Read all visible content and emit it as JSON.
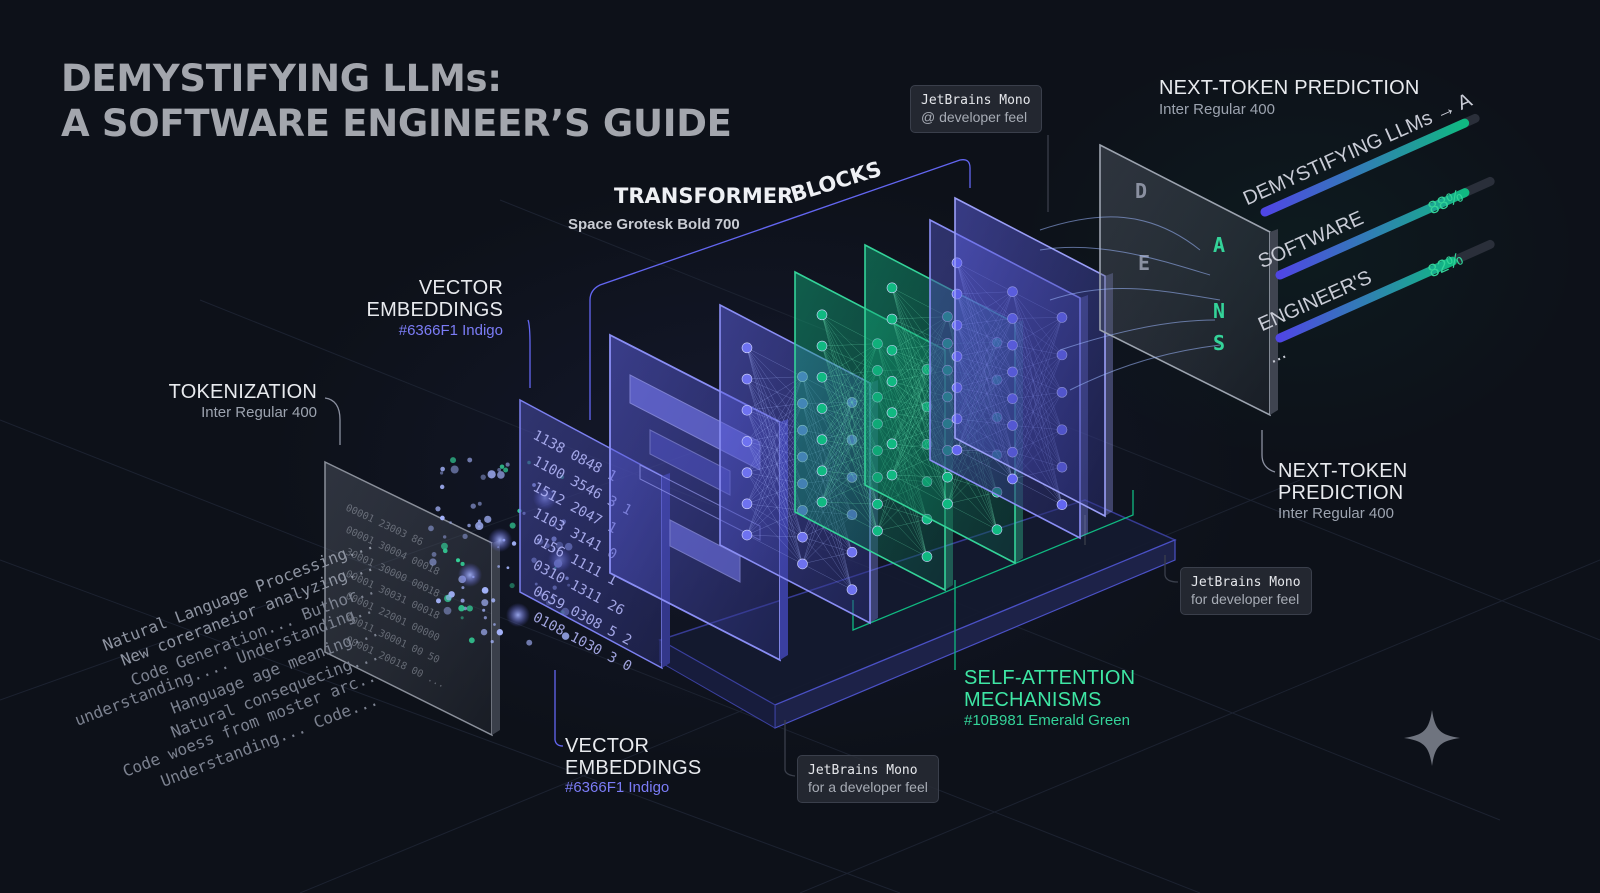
{
  "title": {
    "line1": "DEMYSTIFYING LLMs:",
    "line2": "A SOFTWARE ENGINEER’S GUIDE"
  },
  "labels": {
    "transformer_1": "TRANSFORMER",
    "transformer_2": "BLOCKS",
    "transformer_font": "Space Grotesk Bold 700",
    "vector_top_1": "VECTOR",
    "vector_top_2": "EMBEDDINGS",
    "vector_top_color": "#6366F1 Indigo",
    "tokenization": "TOKENIZATION",
    "tokenization_font": "Inter Regular 400",
    "vector_bottom_1": "VECTOR",
    "vector_bottom_2": "EMBEDDINGS",
    "vector_bottom_color": "#6366F1 Indigo",
    "self_attention_1": "SELF-ATTENTION",
    "self_attention_2": "MECHANISMS",
    "self_attention_color": "#10B981 Emerald Green",
    "ntp_top": "NEXT-TOKEN PREDICTION",
    "ntp_top_font": "Inter Regular 400",
    "ntp_right_1": "NEXT-TOKEN",
    "ntp_right_2": "PREDICTION",
    "ntp_right_font": "Inter Regular 400"
  },
  "tags": {
    "top": {
      "mono": "JetBrains Mono",
      "sub": "@ developer feel"
    },
    "right": {
      "mono": "JetBrains Mono",
      "sub": "for developer feel"
    },
    "bottom": {
      "mono": "JetBrains Mono",
      "sub": "for a developer feel"
    }
  },
  "input_text": [
    "Natural Language Processing...",
    "New coreraneior analyzing...",
    "Code Generation... Buthor..",
    "understanding.... Understanding..",
    "Hanguage age meaning...",
    "Natural consequecing...",
    "Code woess from moster arc..",
    "Understanding... Code..."
  ],
  "token_panel_text": [
    "00001  23003  86",
    "00001  30004  00018",
    "30001  30000  00018",
    "00001  30031  00018",
    "00001  22001  00000",
    "00011  30001  00  50",
    "00001  20018  00  ..."
  ],
  "embedding_numbers": [
    "1138  0848  1",
    "1100  3546  3  1",
    "1512  2047  1",
    "1103  3141  0",
    "0156  1111  1",
    "0310  1311  26",
    "0659  0308  5  2",
    "0108  1030  3  0"
  ],
  "prediction_panel_letters": [
    "D",
    "A",
    "E",
    "N",
    "S"
  ],
  "predictions": [
    {
      "text": "DEMYSTIFYING LLMs → A",
      "value": 0.95
    },
    {
      "text": "SOFTWARE",
      "prob": "88%",
      "value": 0.88
    },
    {
      "text": "ENGINEER'S",
      "prob": "82%",
      "value": 0.82
    },
    {
      "text": "...",
      "value": 0
    }
  ],
  "colors": {
    "indigo": "#6366F1",
    "emerald": "#10B981",
    "background": "#0d1119"
  },
  "icons": {
    "corner": "sparkle-icon"
  }
}
